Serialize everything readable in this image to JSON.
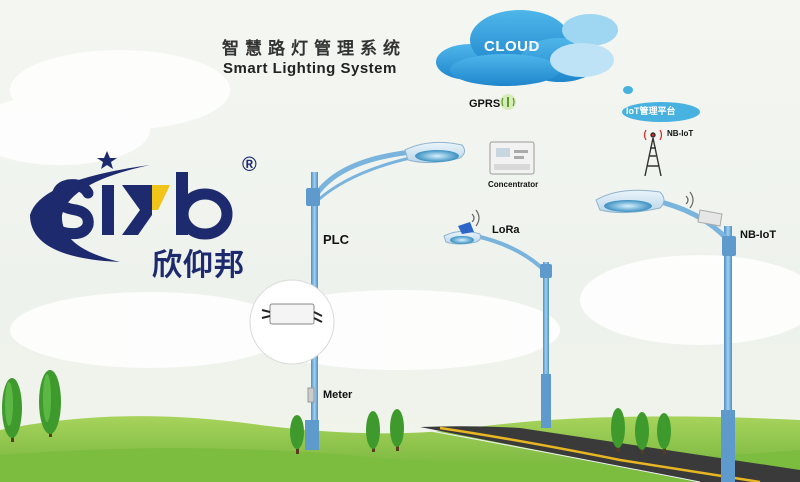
{
  "header": {
    "title_cn": "智慧路灯管理系统",
    "title_en": "Smart Lighting System"
  },
  "cloud": {
    "label": "CLOUD"
  },
  "brand": {
    "logo_text": "SIYb",
    "name_cn": "欣仰邦",
    "registered_mark": "®"
  },
  "network": {
    "gprs_label": "GPRS",
    "concentrator_label": "Concentrator",
    "platform_label": "IoT管理平台",
    "nbiot_tower_label": "NB-IoT"
  },
  "streetlights": {
    "plc_label": "PLC",
    "meter_label": "Meter",
    "lora_label": "LoRa",
    "nbiot_label": "NB-IoT"
  },
  "icons": [
    "star-icon",
    "wifi-signal-icon",
    "cell-tower-icon",
    "cloud-icon",
    "power-module-icon"
  ],
  "colors": {
    "pole_blue": "#6fa8d6",
    "brand_navy": "#1d2a6e",
    "cloud_blue": "#2f98d8",
    "platform_bubble": "#47b1e0",
    "grass_green": "#8fc94a",
    "road_dark": "#3a3a3a",
    "road_line": "#e8b622",
    "tree_green": "#3f9a2e"
  }
}
